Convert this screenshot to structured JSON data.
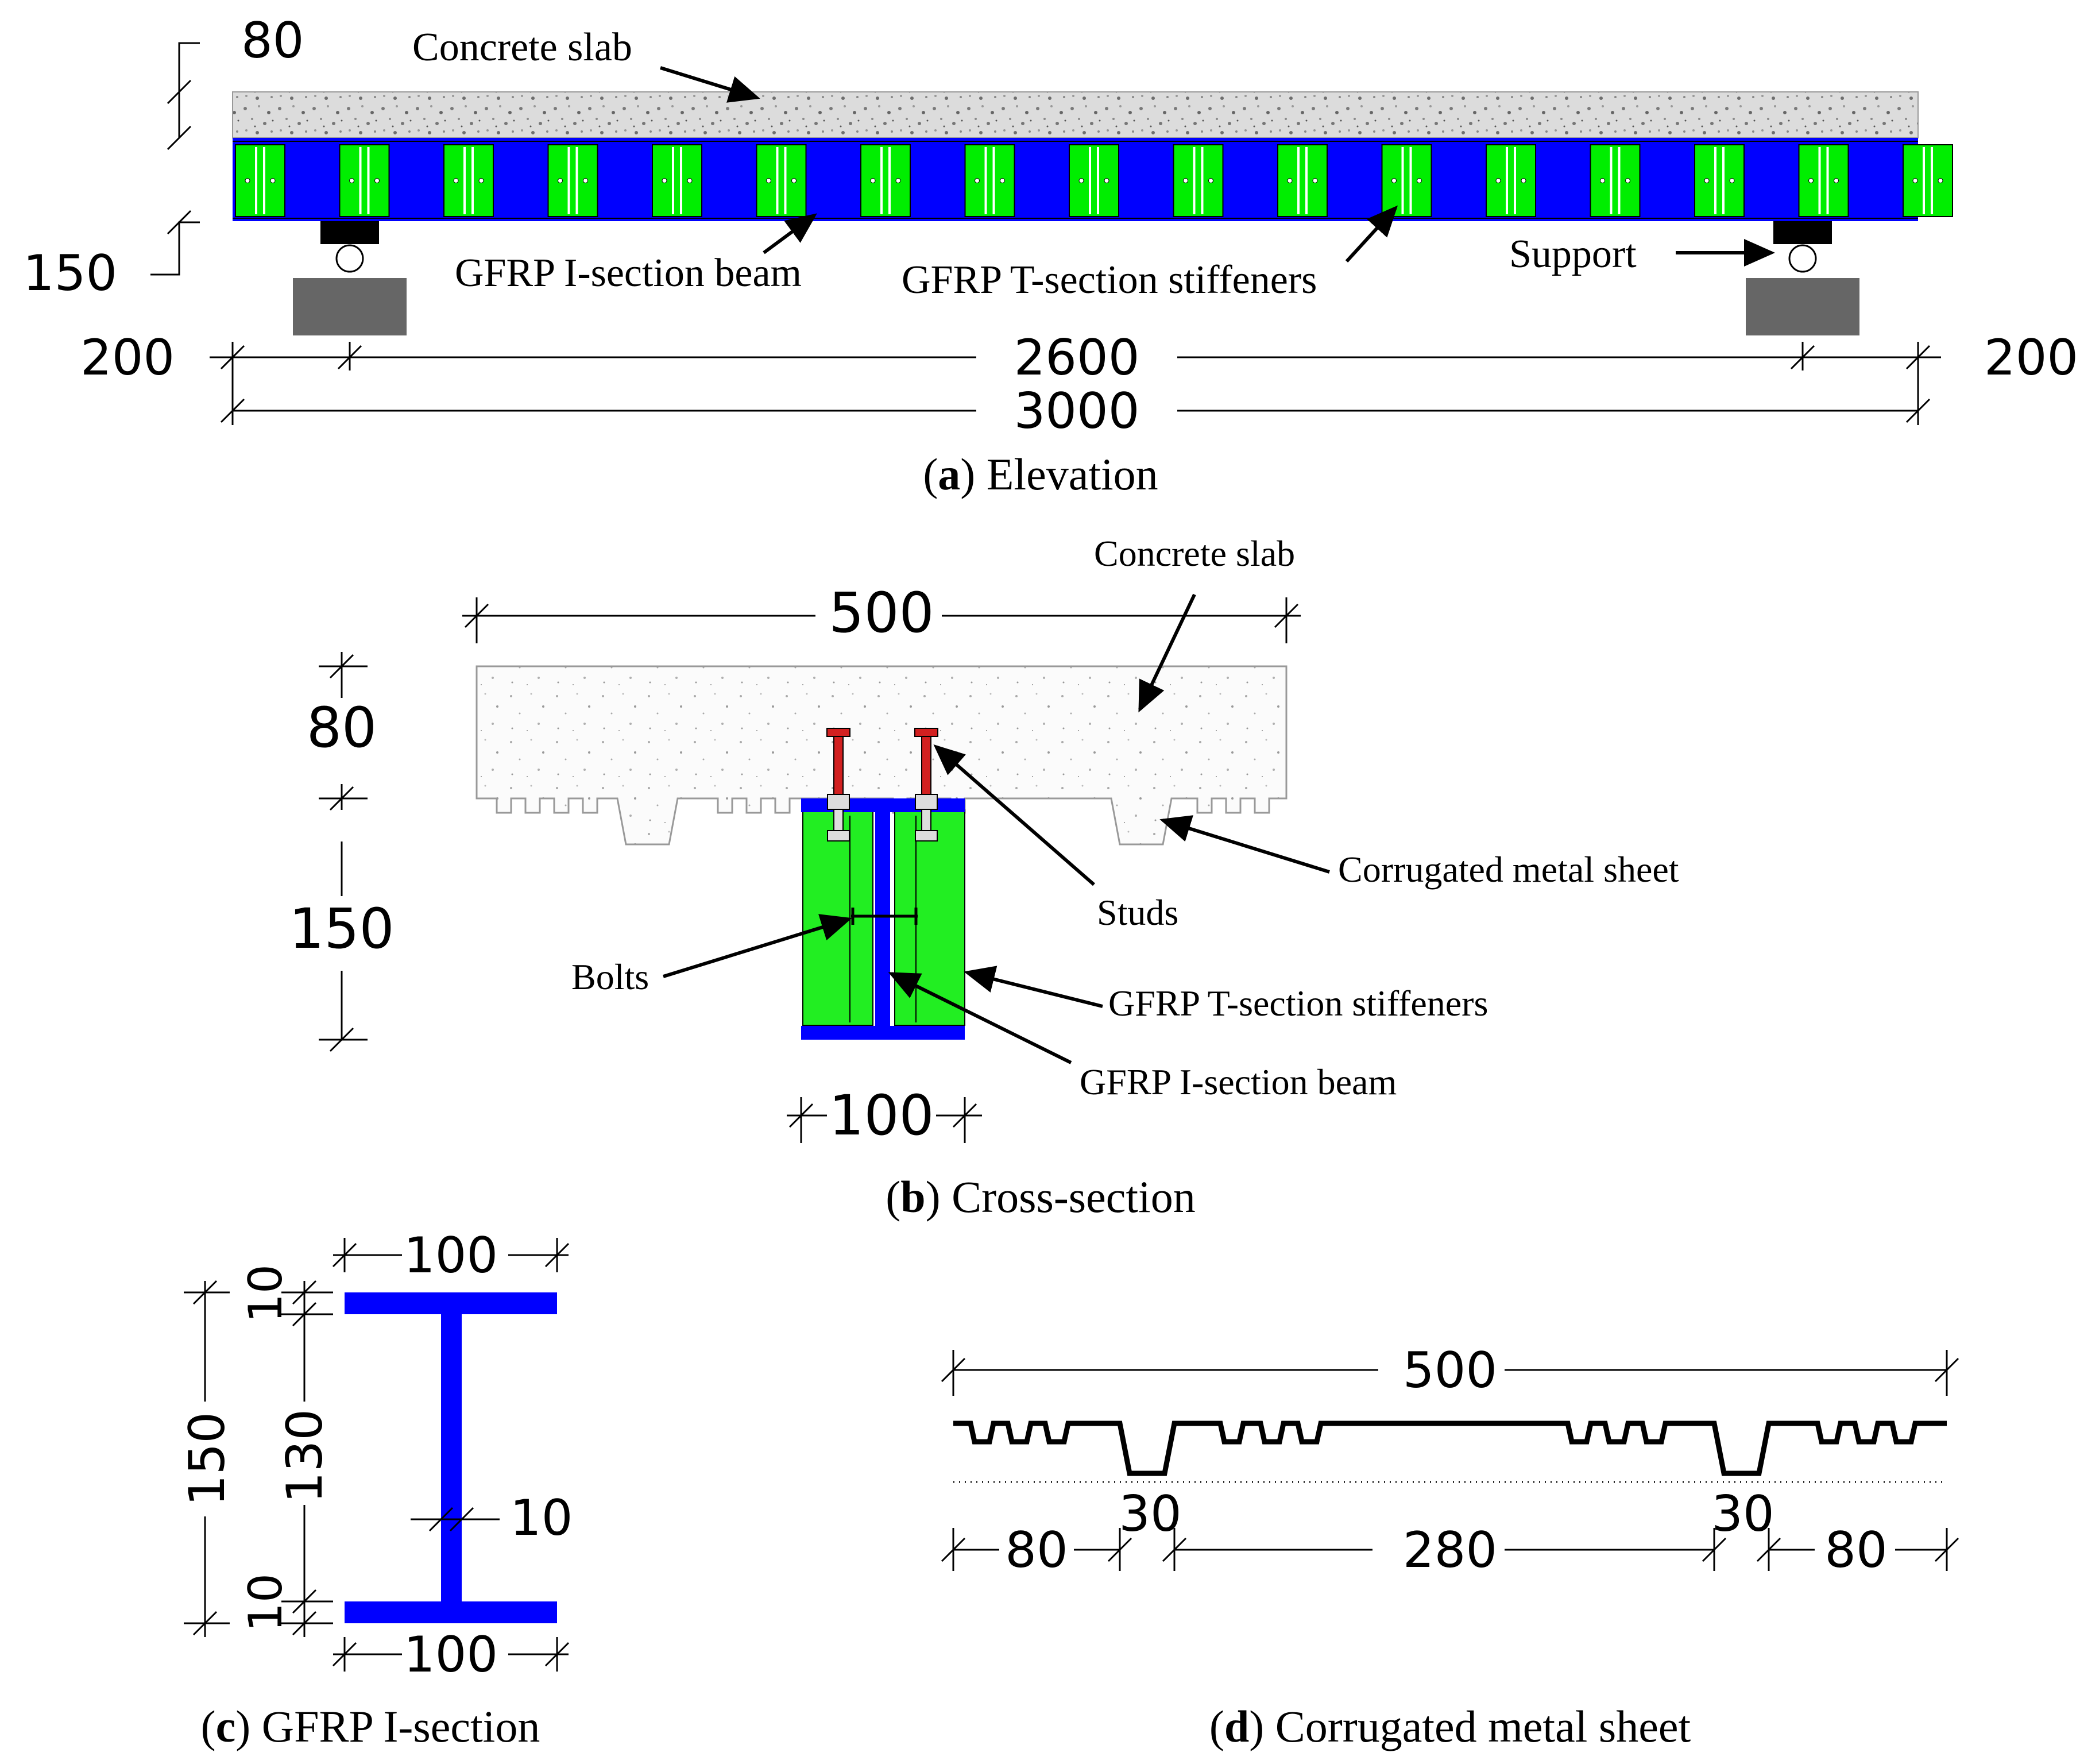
{
  "colors": {
    "gfrp_beam": "#0000ff",
    "stiffener": "#00ee00",
    "stud": "#d22020",
    "support": "#666666",
    "bearing": "#000000",
    "concrete": "#d9d9d9"
  },
  "panel_a": {
    "dim_slab": "80",
    "dim_beam": "150",
    "dim_left": "200",
    "dim_span": "2600",
    "dim_right": "200",
    "dim_total": "3000",
    "label_slab": "Concrete slab",
    "label_beam": "GFRP I-section beam",
    "label_stiffeners": "GFRP T-section stiffeners",
    "label_support": "Support",
    "caption_letter": "a",
    "caption_text": "Elevation"
  },
  "panel_b": {
    "dim_width": "500",
    "dim_slab": "80",
    "dim_beam": "150",
    "dim_flange": "100",
    "label_slab": "Concrete slab",
    "label_sheet": "Corrugated metal sheet",
    "label_studs": "Studs",
    "label_bolts": "Bolts",
    "label_stiffeners": "GFRP T-section stiffeners",
    "label_beam": "GFRP I-section beam",
    "caption_letter": "b",
    "caption_text": "Cross-section"
  },
  "panel_c": {
    "dim_top_flange": "100",
    "dim_bottom_flange": "100",
    "dim_height": "150",
    "dim_web_height": "130",
    "dim_top_thk": "10",
    "dim_bottom_thk": "10",
    "dim_web_thk": "10",
    "caption_letter": "c",
    "caption_text": "GFRP I-section"
  },
  "panel_d": {
    "dim_total": "500",
    "dim_seg1": "80",
    "dim_seg2": "30",
    "dim_seg3": "280",
    "dim_seg4": "30",
    "dim_seg5": "80",
    "caption_letter": "d",
    "caption_text": "Corrugated metal sheet"
  }
}
